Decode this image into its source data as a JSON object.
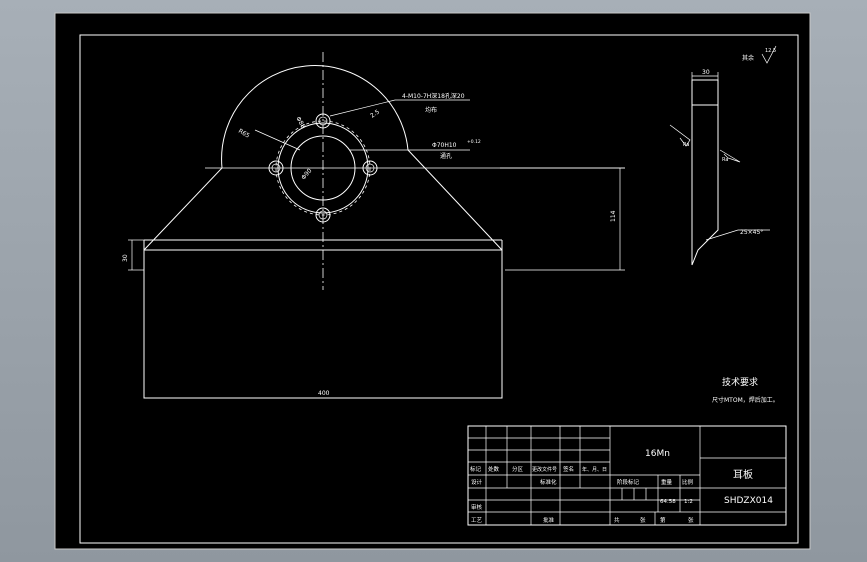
{
  "colors": {
    "background": "#9ba3ab",
    "sheet": "#000000",
    "lines": "#ffffff"
  },
  "drawing": {
    "roughness_symbol": "12.5",
    "roughness_note": "其余",
    "note_holes": "4-M10-7H深18孔深20",
    "note_holes_sub": "均布",
    "note_bore": "Φ70H10",
    "note_bore_tol": "+0.12",
    "note_bore_sub": "通孔",
    "dim_r": "R65",
    "dim_d1": "Φ88",
    "dim_d2": "Φ90",
    "dim_chamfer": "2.5",
    "dim_height": "114",
    "dim_small": "30",
    "dim_width": "400",
    "dim_side_width": "30",
    "dim_side_chamfer": "25×45°",
    "side_r1": "Ra",
    "side_r2": "Ra"
  },
  "tech_req": {
    "title": "技术要求",
    "text": "尺寸MTOM，焊后加工。"
  },
  "title_block": {
    "material": "16Mn",
    "part_name": "耳板",
    "drawing_no": "SHDZX014",
    "headers": [
      "标记",
      "处数",
      "分区",
      "更改文件号",
      "签名",
      "年、月、日"
    ],
    "design": "设计",
    "standard": "标准化",
    "review": "审核",
    "process": "工艺",
    "approve": "批准",
    "stage_mark": "阶段标记",
    "weight_label": "重量",
    "scale_label": "比例",
    "weight": "64.58",
    "scale": "1:2",
    "sheets": "共",
    "sheet_label": "张",
    "page": "第",
    "page_label": "张"
  }
}
